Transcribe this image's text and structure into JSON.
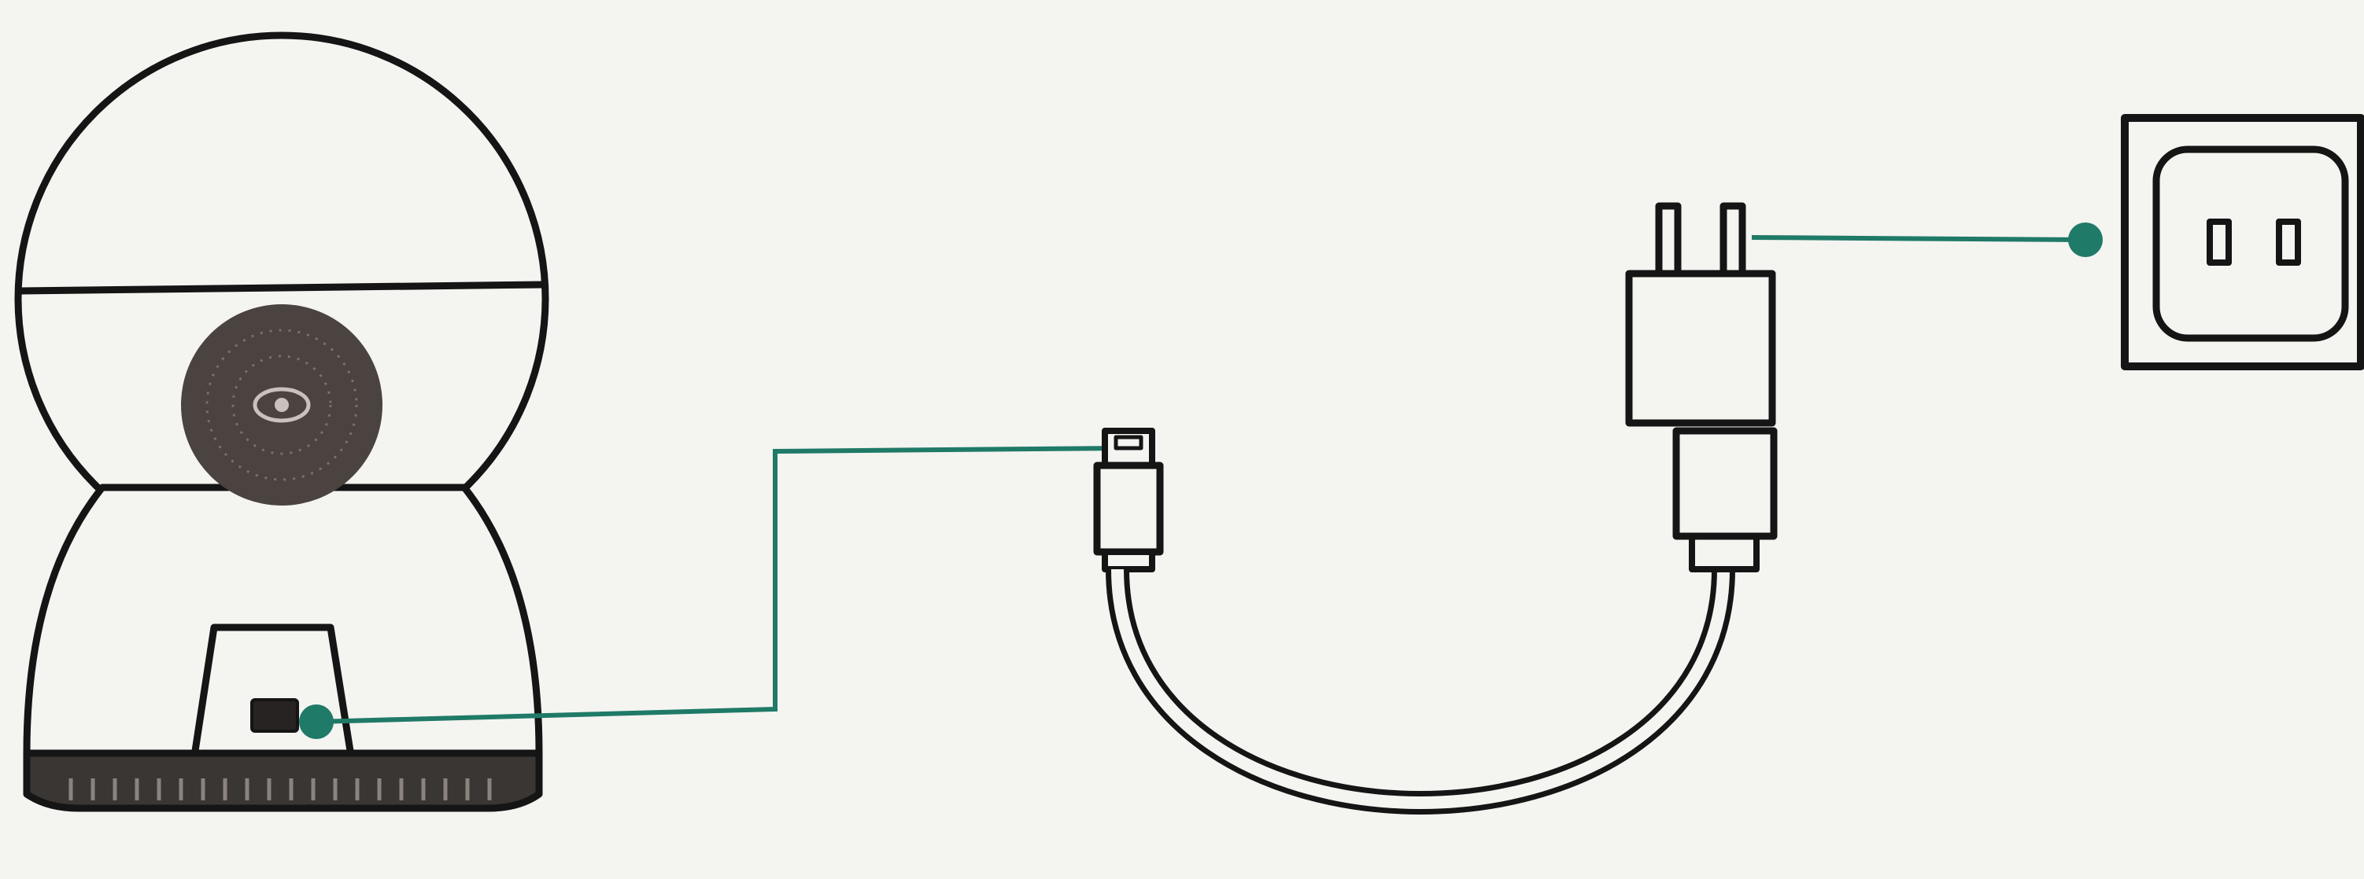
{
  "diagram": {
    "kind": "camera-power-connection",
    "components": [
      {
        "id": "camera",
        "icon": "pan-tilt-camera-icon"
      },
      {
        "id": "usb-cable",
        "icon": "micro-usb-cable-icon"
      },
      {
        "id": "power-adapter",
        "icon": "power-adapter-icon"
      },
      {
        "id": "wall-outlet",
        "icon": "wall-outlet-icon"
      }
    ],
    "connections": [
      {
        "from": "camera-power-port",
        "to": "usb-plug"
      },
      {
        "from": "adapter-prongs",
        "to": "wall-outlet"
      }
    ]
  },
  "colors": {
    "background": "#f4f4f1",
    "stroke": "#151515",
    "leader": "#1f7a67",
    "camera_lens": "#4a4340",
    "camera_base": "#3a3634"
  }
}
